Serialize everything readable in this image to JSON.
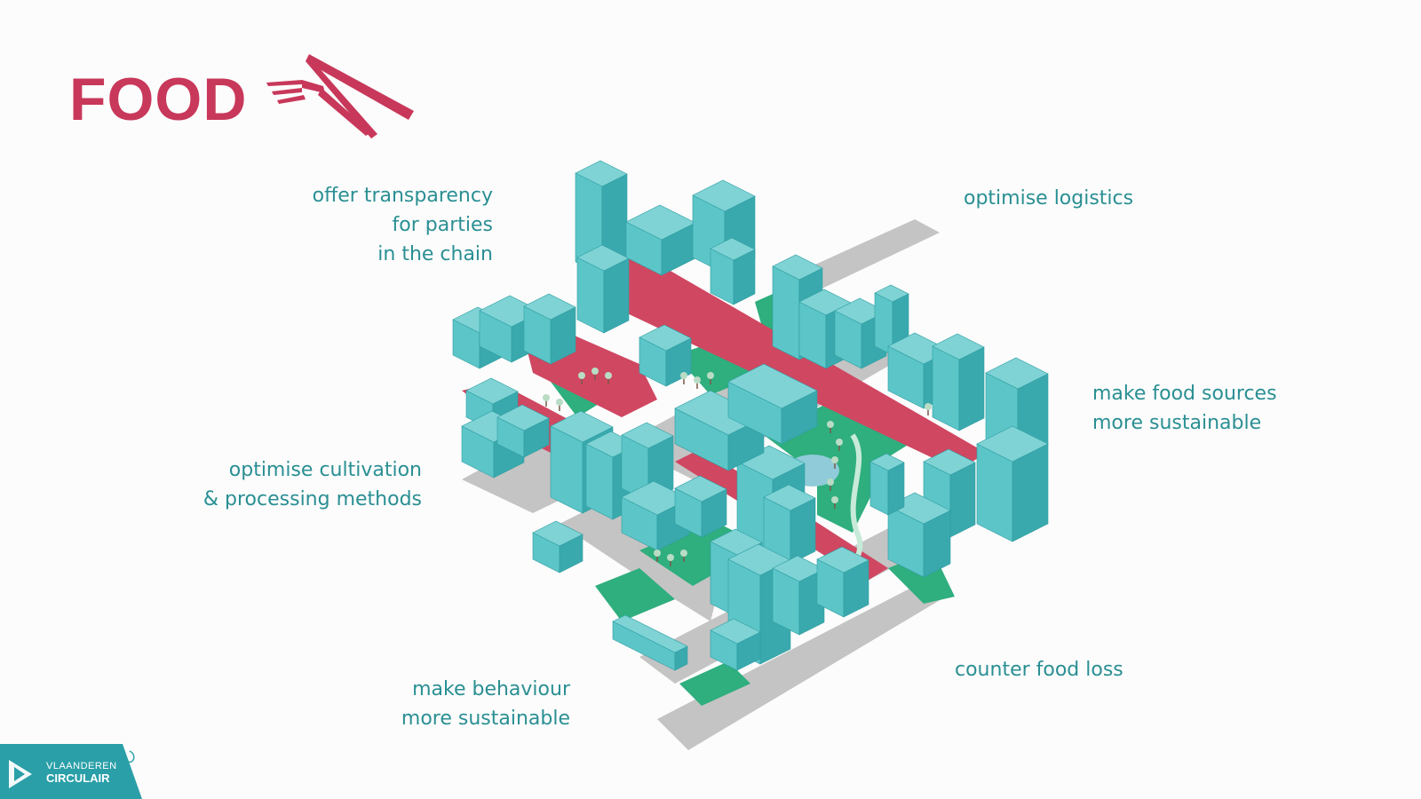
{
  "title": "FOOD",
  "labels": {
    "transparency": [
      "offer transparency",
      "for parties",
      "in the chain"
    ],
    "logistics": [
      "optimise logistics"
    ],
    "food_sources": [
      "make food sources",
      "more sustainable"
    ],
    "cultivation": [
      "optimise cultivation",
      "& processing methods"
    ],
    "food_loss": [
      "counter food loss"
    ],
    "behaviour": [
      "make behaviour",
      "more sustainable"
    ]
  },
  "logo": {
    "line1": "VLAANDEREN",
    "line2": "CIRCULAIR"
  },
  "colors": {
    "accent": "#c8385a",
    "text": "#2a8f93",
    "building_top": "#7fd3d5",
    "building_left": "#5cc5c8",
    "building_right": "#3aa9ad",
    "road": "#c4c4c4",
    "green": "#2fae7e",
    "red_street": "#d04761",
    "logo_bg": "#2a9fa8"
  },
  "icons": [
    "fork-icon",
    "knife-icon",
    "vlaanderen-circulair-logo",
    "lion-icon"
  ]
}
